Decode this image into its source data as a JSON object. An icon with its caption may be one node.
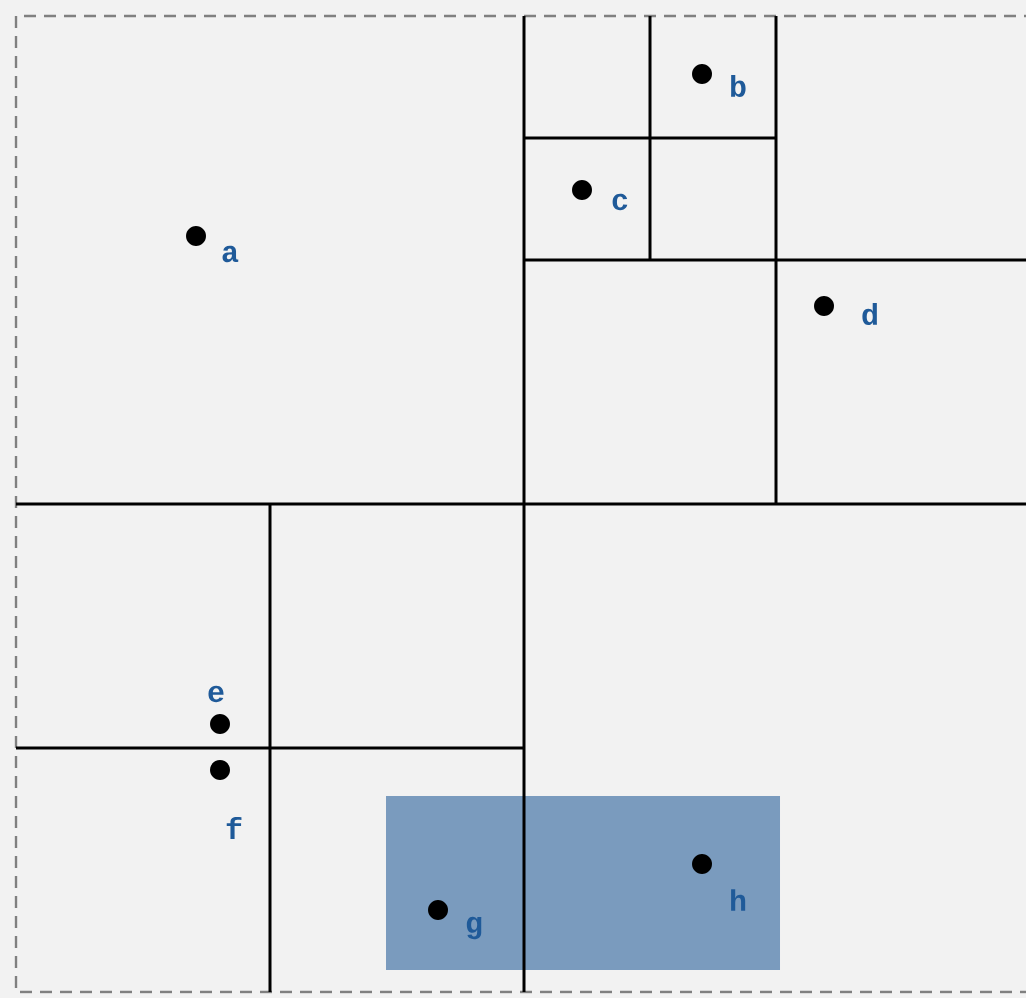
{
  "diagram": {
    "labels": [
      "b",
      "c",
      "a",
      "d",
      "e",
      "f",
      "h",
      "g"
    ]
  }
}
